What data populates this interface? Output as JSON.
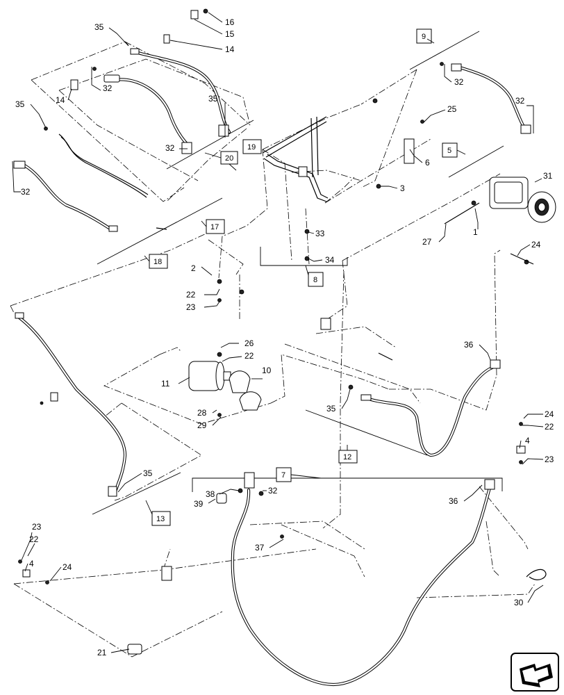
{
  "callouts": [
    "1",
    "2",
    "3",
    "4",
    "4",
    "6",
    "10",
    "11",
    "14",
    "14",
    "15",
    "16",
    "21",
    "22",
    "22",
    "22",
    "22",
    "23",
    "23",
    "23",
    "24",
    "24",
    "24",
    "25",
    "26",
    "27",
    "28",
    "29",
    "30",
    "31",
    "32",
    "32",
    "32",
    "32",
    "32",
    "32",
    "33",
    "34",
    "35",
    "35",
    "35",
    "35",
    "35",
    "36",
    "36",
    "37",
    "38",
    "39"
  ],
  "boxed_refs": [
    "5",
    "7",
    "8",
    "9",
    "12",
    "13",
    "17",
    "18",
    "19",
    "20"
  ],
  "nav_icon": "next-page-arrow-icon"
}
